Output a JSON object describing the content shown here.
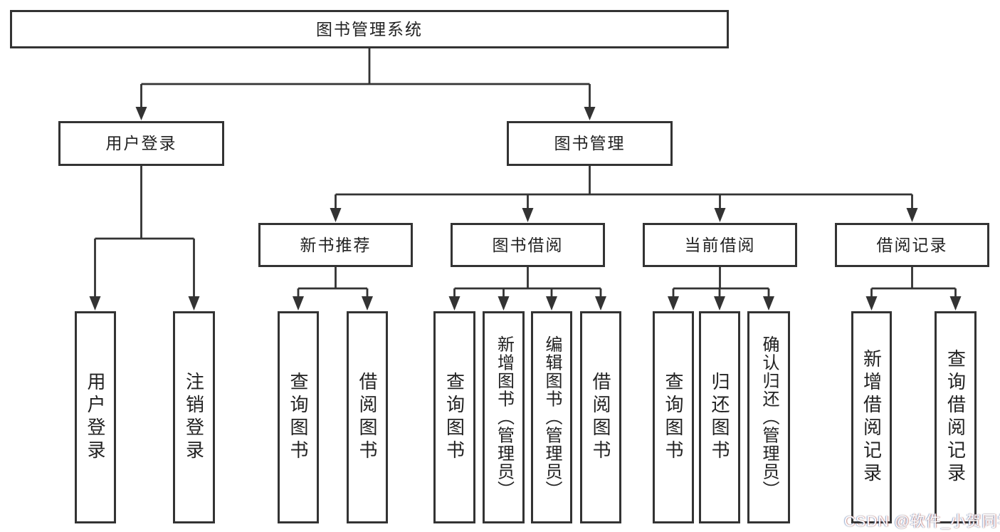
{
  "colors": {
    "background": "#ffffff",
    "line": "#333333",
    "box_border": "#333333",
    "text": "#222222",
    "watermark_text": "#ffffff"
  },
  "tree": {
    "root": "图书管理系统",
    "children": [
      {
        "label": "用户登录",
        "children": [
          "用户登录",
          "注销登录"
        ]
      },
      {
        "label": "图书管理",
        "children": [
          {
            "label": "新书推荐",
            "children": [
              "查询图书",
              "借阅图书"
            ]
          },
          {
            "label": "图书借阅",
            "children": [
              "查询图书",
              "新增图书（管理员）",
              "编辑图书（管理员）",
              "借阅图书"
            ]
          },
          {
            "label": "当前借阅",
            "children": [
              "查询图书",
              "归还图书",
              "确认归还（管理员）"
            ]
          },
          {
            "label": "借阅记录",
            "children": [
              "新增借阅记录",
              "查询借阅记录"
            ]
          }
        ]
      }
    ]
  },
  "watermark": {
    "text": "CSDN @软件_小贺同学"
  }
}
